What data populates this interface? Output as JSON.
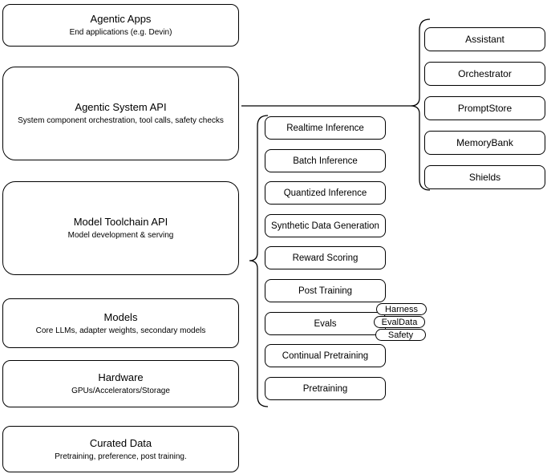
{
  "diagram": {
    "colors": {
      "background": "#ffffff",
      "stroke": "#000000",
      "text": "#000000"
    },
    "left_stack": [
      {
        "title": "Agentic Apps",
        "subtitle": "End applications (e.g. Devin)"
      },
      {
        "title": "Agentic System API",
        "subtitle": "System component orchestration, tool calls, safety checks"
      },
      {
        "title": "Model Toolchain API",
        "subtitle": "Model development & serving"
      },
      {
        "title": "Models",
        "subtitle": "Core LLMs, adapter weights, secondary models"
      },
      {
        "title": "Hardware",
        "subtitle": "GPUs/Accelerators/Storage"
      },
      {
        "title": "Curated Data",
        "subtitle": "Pretraining, preference, post training."
      }
    ],
    "toolchain_group": {
      "items": [
        "Realtime Inference",
        "Batch Inference",
        "Quantized Inference",
        "Synthetic Data Generation",
        "Reward Scoring",
        "Post Training",
        "Evals",
        "Continual Pretraining",
        "Pretraining"
      ],
      "evals_tags": [
        "Harness",
        "EvalData",
        "Safety"
      ]
    },
    "system_group": {
      "items": [
        "Assistant",
        "Orchestrator",
        "PromptStore",
        "MemoryBank",
        "Shields"
      ]
    }
  }
}
